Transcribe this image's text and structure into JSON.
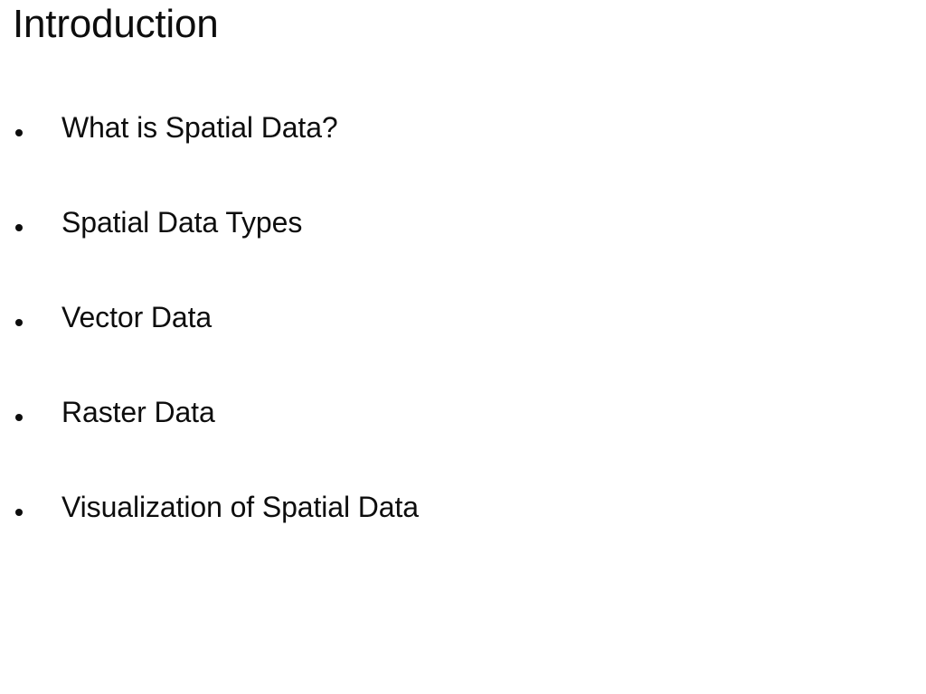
{
  "slide": {
    "title": "Introduction",
    "background_color": "#ffffff",
    "text_color": "#0d0d0d",
    "bullet_marker": "bullet-dot",
    "bullets": [
      {
        "label": "What is Spatial Data?"
      },
      {
        "label": "Spatial Data Types"
      },
      {
        "label": "Vector Data"
      },
      {
        "label": "Raster Data"
      },
      {
        "label": "Visualization of Spatial Data"
      }
    ]
  }
}
